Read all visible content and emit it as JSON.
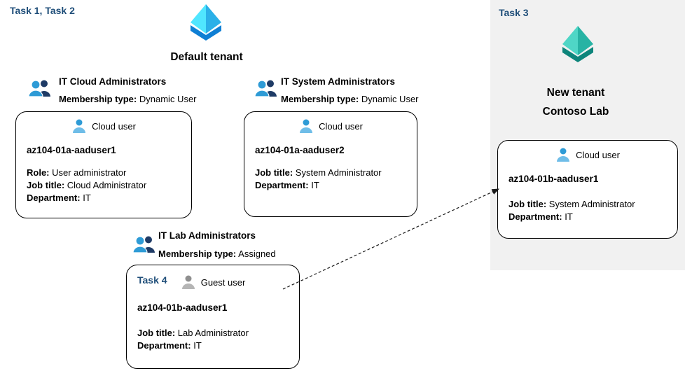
{
  "colors": {
    "task_text": "#1F4E79",
    "panel_bg": "#F1F1F1",
    "card_border": "#000000",
    "arrow": "#1a1a1a",
    "azure_ad_blue_light": "#50E6FF",
    "azure_ad_blue_mid": "#2BB0E8",
    "azure_ad_blue_dark": "#0F7FD4",
    "azure_ad_teal_light": "#4FD6C6",
    "azure_ad_teal_mid": "#27B3A4",
    "azure_ad_teal_dark": "#0E857B",
    "person_blue_head": "#2E9BD6",
    "person_blue_body": "#6FBDE8",
    "person_gray_head": "#8F8F8F",
    "person_gray_body": "#B5B5B5"
  },
  "default_tenant": {
    "task_label": "Task 1, Task 2",
    "icon": "azure-ad-tenant-icon",
    "title": "Default tenant",
    "groups": [
      {
        "icon": "users-group-icon",
        "name": "IT Cloud Administrators",
        "membership_label": "Membership type:",
        "membership_value": "Dynamic User",
        "card": {
          "user_icon": "person-icon",
          "user_type": "Cloud user",
          "username": "az104-01a-aaduser1",
          "fields": [
            {
              "label": "Role:",
              "value": "User administrator"
            },
            {
              "label": "Job title:",
              "value": "Cloud Administrator"
            },
            {
              "label": "Department:",
              "value": "IT"
            }
          ]
        }
      },
      {
        "icon": "users-group-icon",
        "name": "IT System Administrators",
        "membership_label": "Membership type:",
        "membership_value": "Dynamic User",
        "card": {
          "user_icon": "person-icon",
          "user_type": "Cloud user",
          "username": "az104-01a-aaduser2",
          "fields": [
            {
              "label": "Job title:",
              "value": "System Administrator"
            },
            {
              "label": "Department:",
              "value": "IT"
            }
          ]
        }
      },
      {
        "icon": "users-group-icon",
        "name": "IT Lab Administrators",
        "membership_label": "Membership type:",
        "membership_value": "Assigned",
        "card": {
          "task_label": "Task 4",
          "user_icon": "guest-person-icon",
          "user_type": "Guest user",
          "username": "az104-01b-aaduser1",
          "fields": [
            {
              "label": "Job title:",
              "value": "Lab Administrator"
            },
            {
              "label": "Department:",
              "value": "IT"
            }
          ]
        }
      }
    ]
  },
  "new_tenant": {
    "task_label": "Task 3",
    "icon": "azure-ad-tenant-icon-teal",
    "title_line1": "New tenant",
    "title_line2": "Contoso Lab",
    "card": {
      "user_icon": "person-icon",
      "user_type": "Cloud user",
      "username": "az104-01b-aaduser1",
      "fields": [
        {
          "label": "Job title:",
          "value": "System Administrator"
        },
        {
          "label": "Department:",
          "value": "IT"
        }
      ]
    }
  },
  "connector": {
    "type": "dashed-arrow",
    "from": "guest-user-card",
    "to": "new-tenant-cloud-user-card"
  }
}
